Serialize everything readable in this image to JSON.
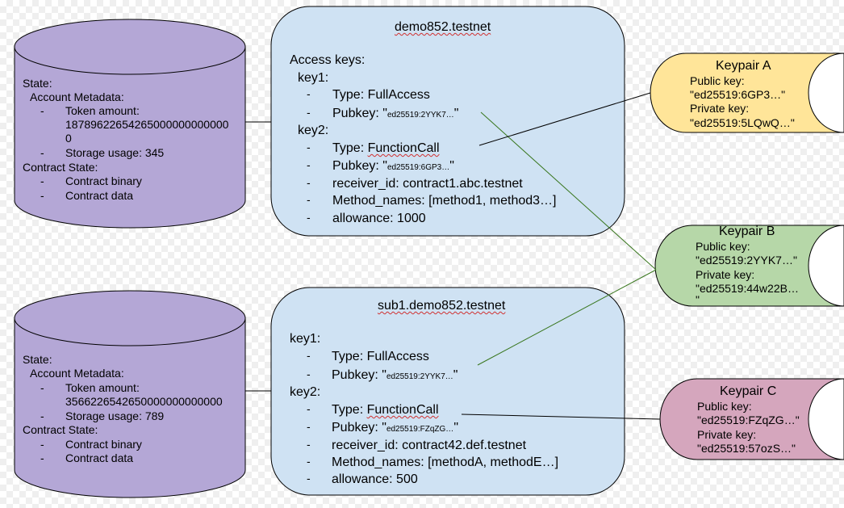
{
  "account1": {
    "name": "demo852.testnet",
    "access_keys_label": "Access keys:",
    "key1_label": "key1:",
    "key1_type": "Type: FullAccess",
    "key1_pubkey_label": "Pubkey: \"",
    "key1_pubkey": "ed25519:2YYK7…",
    "key2_label": "key2:",
    "key2_type_prefix": "Type: ",
    "key2_type": "FunctionCall",
    "key2_pubkey_label": "Pubkey: \"",
    "key2_pubkey": "ed25519:6GP3…",
    "key2_receiver_prefix": "receiver_id: ",
    "key2_receiver": "contract1.abc.testnet",
    "key2_methods_prefix": "Method_names: [",
    "key2_methods": "method1, method3…]",
    "key2_allowance": "allowance: 1000"
  },
  "account2": {
    "name": "sub1.demo852.testnet",
    "key1_label": "key1:",
    "key1_type": "Type: FullAccess",
    "key1_pubkey_label": "Pubkey: \"",
    "key1_pubkey": "ed25519:2YYK7…",
    "key2_label": "key2:",
    "key2_type_prefix": "Type: ",
    "key2_type": "FunctionCall",
    "key2_pubkey_label": "Pubkey: \"",
    "key2_pubkey": "ed25519:FZqZG…",
    "key2_receiver_prefix": "receiver_id: ",
    "key2_receiver": "contract42.def.testnet",
    "key2_methods_prefix": "Method_names: [",
    "key2_methods": "methodA, methodE…]",
    "key2_allowance": "allowance: 500"
  },
  "state1": {
    "state_label": "State:",
    "metadata_label": "Account Metadata:",
    "token_label": "Token amount:",
    "token_line1": "18789622654265000000000000",
    "token_line2": "0",
    "storage": "Storage usage: 345",
    "contract_state_label": "Contract State:",
    "contract_binary": "Contract binary",
    "contract_data": "Contract data"
  },
  "state2": {
    "state_label": "State:",
    "metadata_label": "Account Metadata:",
    "token_label": "Token amount:",
    "token_line1": "3566226542650000000000000",
    "storage": "Storage usage: 789",
    "contract_state_label": "Contract State:",
    "contract_binary": "Contract binary",
    "contract_data": "Contract data"
  },
  "keypairA": {
    "title": "Keypair A",
    "public_label": "Public key:",
    "public_value": "\"ed25519:6GP3…\"",
    "private_label": "Private key:",
    "private_value": "\"ed25519:5LQwQ…\""
  },
  "keypairB": {
    "title": "Keypair B",
    "public_label": "Public key:",
    "public_value": "\"ed25519:2YYK7…\"",
    "private_label": "Private key:",
    "private_value": "\"ed25519:44w22B…",
    "private_value_tail": "\""
  },
  "keypairC": {
    "title": "Keypair C",
    "public_label": "Public key:",
    "public_value": "\"ed25519:FZqZG…\"",
    "private_label": "Private key:",
    "private_value": "\"ed25519:57ozS…\""
  },
  "common": {
    "dash": "-",
    "quote_close": "\""
  },
  "colors": {
    "account_fill": "#cfe2f3",
    "state_fill": "#b4a7d6",
    "keypairA_fill": "#ffe599",
    "keypairB_fill": "#b6d7a8",
    "keypairC_fill": "#d5a6bd",
    "link_green": "#38761d",
    "link_black": "#000000"
  }
}
